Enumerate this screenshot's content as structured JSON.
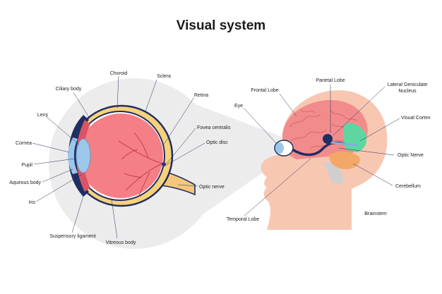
{
  "title": "Visual system",
  "eye_labels": {
    "choroid": "Choroid",
    "sclera": "Sclera",
    "ciliary_body": "Ciliary body",
    "retina": "Retina",
    "lens": "Lens",
    "fovea_centralis": "Fovea centralis",
    "cornea": "Cornea",
    "optic_disc": "Optic disc",
    "pupil": "Pupil",
    "aqueous_body": "Aqueous body",
    "optic_nerve": "Optic nerve",
    "iris": "Iris",
    "suspensory_ligament": "Suspensory ligament",
    "vitreous_body": "Vitreous body"
  },
  "brain_labels": {
    "parietal_lobe": "Parietal Lobe",
    "frontal_lobe": "Frontal Lobe",
    "lgn_line1": "Lateral Geniculate",
    "lgn_line2": "Nucleus",
    "eye": "Eye",
    "visual_cortex": "Visual Cortex",
    "optic_nerve": "Optic Nerve",
    "cerebellum": "Cerebellum",
    "temporal_lobe": "Temporal Lobe",
    "brainstem": "Brainstem"
  },
  "colors": {
    "eyeball": "#f47f86",
    "sclera": "#f7d27a",
    "outline": "#1f2f63",
    "lens": "#9cc7ea",
    "nerve": "#f4c77a",
    "skin": "#f8c7b2",
    "brain": "#f28c8c",
    "visual_cortex": "#5fd6a1",
    "cerebellum": "#f3a86a",
    "background_disc": "#e9e9e9"
  }
}
